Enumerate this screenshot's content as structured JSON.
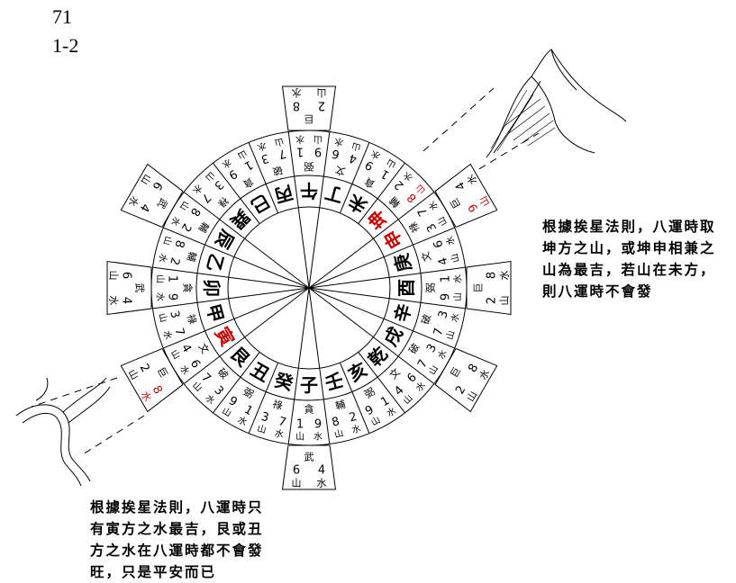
{
  "page_labels": {
    "number": "71",
    "section": "1-2"
  },
  "colors": {
    "line": "#000000",
    "highlight": "#cc0000"
  },
  "labels": {
    "mountain": "山",
    "water": "水"
  },
  "mountains": [
    {
      "name": "午",
      "star": "弼",
      "m": "9",
      "w": "1"
    },
    {
      "name": "丁",
      "star": "文",
      "m": "4",
      "w": "6"
    },
    {
      "name": "未",
      "star": "貪",
      "m": "1",
      "w": "9"
    },
    {
      "name": "坤",
      "star": "輔",
      "m": "8",
      "w": "2",
      "red_name": true,
      "red_m": true
    },
    {
      "name": "申",
      "star": "祿",
      "m": "3",
      "w": "7",
      "red_name": true
    },
    {
      "name": "庚",
      "star": "文",
      "m": "4",
      "w": "6"
    },
    {
      "name": "酉",
      "star": "弼",
      "m": "9",
      "w": "1"
    },
    {
      "name": "辛",
      "star": "破",
      "m": "7",
      "w": "3"
    },
    {
      "name": "戌",
      "star": "破",
      "m": "7",
      "w": "3"
    },
    {
      "name": "乾",
      "star": "文",
      "m": "4",
      "w": "6"
    },
    {
      "name": "亥",
      "star": "弼",
      "m": "9",
      "w": "1"
    },
    {
      "name": "壬",
      "star": "輔",
      "m": "8",
      "w": "2"
    },
    {
      "name": "子",
      "star": "貪",
      "m": "1",
      "w": "9"
    },
    {
      "name": "癸",
      "star": "祿",
      "m": "3",
      "w": "7"
    },
    {
      "name": "丑",
      "star": "弼",
      "m": "9",
      "w": "1"
    },
    {
      "name": "艮",
      "star": "破",
      "m": "7",
      "w": "3"
    },
    {
      "name": "寅",
      "star": "文",
      "m": "4",
      "w": "6",
      "red_name": true
    },
    {
      "name": "甲",
      "star": "祿",
      "m": "3",
      "w": "7"
    },
    {
      "name": "卯",
      "star": "貪",
      "m": "1",
      "w": "9"
    },
    {
      "name": "乙",
      "star": "輔",
      "m": "8",
      "w": "2"
    },
    {
      "name": "辰",
      "star": "輔",
      "m": "8",
      "w": "2"
    },
    {
      "name": "巽",
      "star": "祿",
      "m": "3",
      "w": "7"
    },
    {
      "name": "巳",
      "star": "貪",
      "m": "1",
      "w": "9"
    },
    {
      "name": "丙",
      "star": "破",
      "m": "7",
      "w": "3"
    }
  ],
  "extensions": [
    {
      "at": "午",
      "star": "巨",
      "m": "2",
      "w": "8"
    },
    {
      "at": "申",
      "star": "巨",
      "m": "9",
      "w": "4",
      "red_m": true
    },
    {
      "at": "酉",
      "star": "巨",
      "m": "2",
      "w": "8"
    },
    {
      "at": "戌",
      "star": "巨",
      "m": "2",
      "w": "8"
    },
    {
      "at": "子",
      "star": "武",
      "m": "6",
      "w": "4"
    },
    {
      "at": "寅",
      "star": "巨",
      "m": "2",
      "w": "8",
      "red_w": true
    },
    {
      "at": "卯",
      "star": "武",
      "m": "6",
      "w": "4"
    },
    {
      "at": "辰",
      "star": "武",
      "m": "6",
      "w": "4"
    }
  ],
  "notes": {
    "right": [
      "根據挨星法則，八運時取",
      "坤方之山，或坤申相兼之",
      "山為最吉，若山在未方，",
      "則八運時不會發"
    ],
    "left": [
      "根據挨星法則，八運時只",
      "有寅方之水最吉，艮或丑",
      "方之水在八運時都不會發",
      "旺，只是平安而已"
    ]
  }
}
